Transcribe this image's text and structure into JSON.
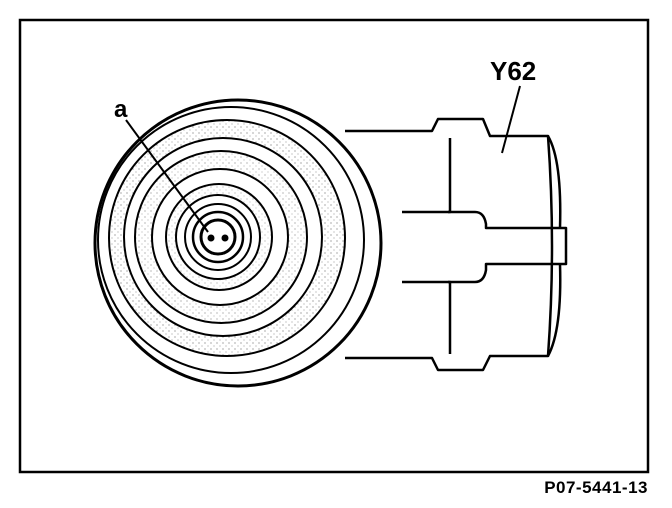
{
  "figure": {
    "labels": {
      "component": "Y62",
      "callout_a": "a"
    },
    "figure_code": "P07-5441-13"
  },
  "colors": {
    "line": "#000000",
    "paper": "#ffffff"
  },
  "icons": {
    "connector": "fuel-injector-connector-end-view"
  }
}
